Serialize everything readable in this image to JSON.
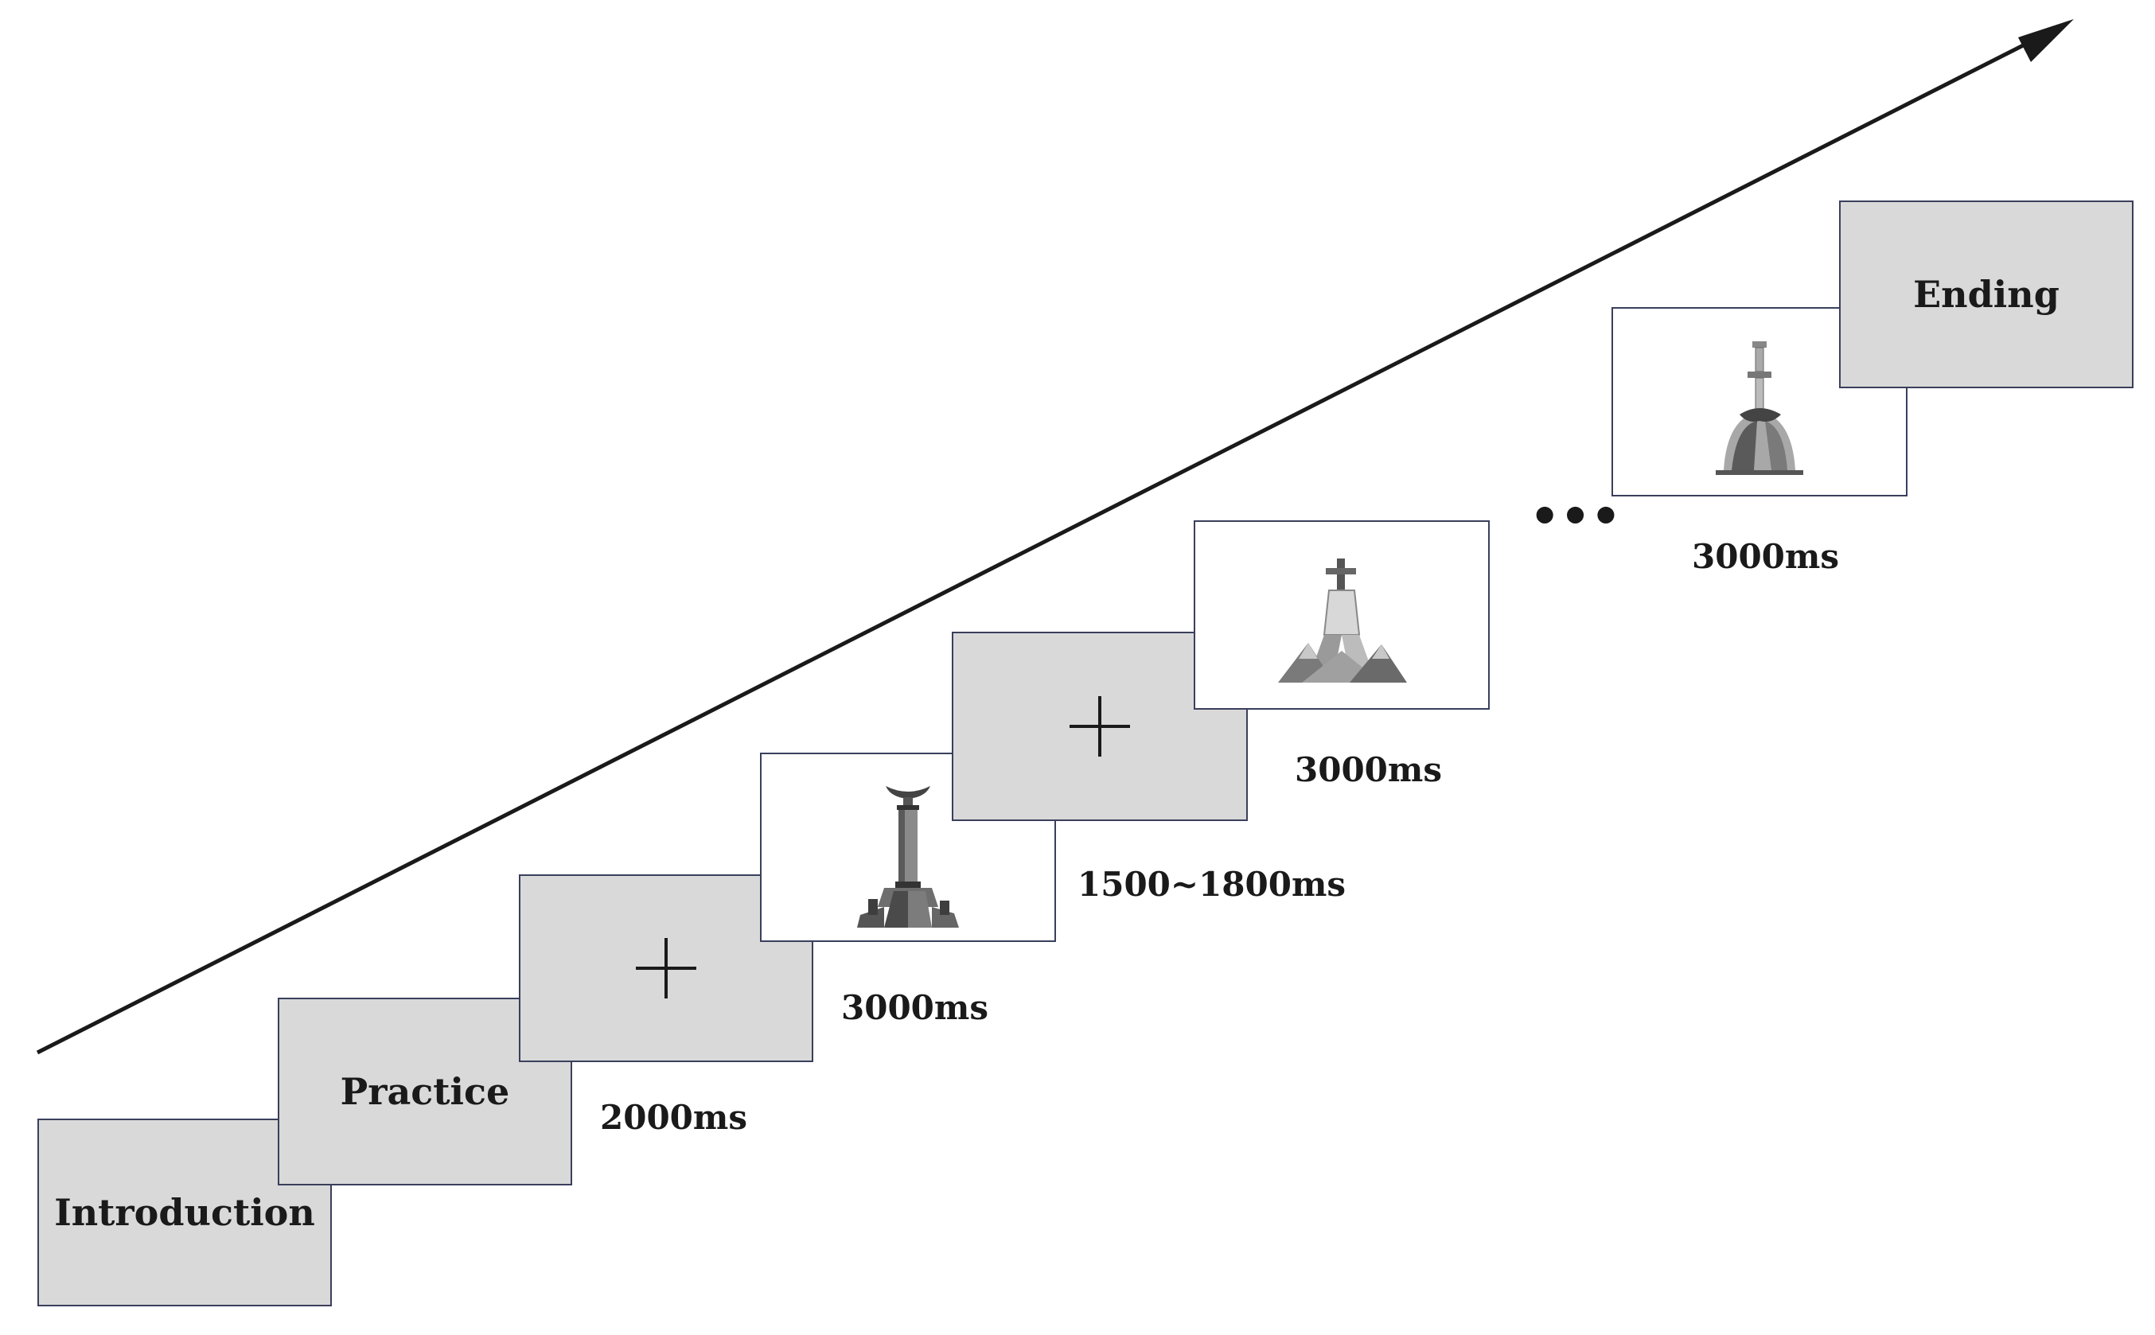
{
  "diagram": {
    "screens": [
      {
        "id": "introduction",
        "label": "Introduction",
        "kind": "text"
      },
      {
        "id": "practice",
        "label": "Practice",
        "kind": "text"
      },
      {
        "id": "fixation-1",
        "label": "",
        "kind": "fixation-cross"
      },
      {
        "id": "stimulus-1",
        "label": "",
        "kind": "tower-image"
      },
      {
        "id": "fixation-2",
        "label": "",
        "kind": "fixation-cross"
      },
      {
        "id": "stimulus-2",
        "label": "",
        "kind": "statue-image"
      },
      {
        "id": "stimulus-3",
        "label": "",
        "kind": "sculpture-image"
      },
      {
        "id": "ending",
        "label": "Ending",
        "kind": "text"
      }
    ],
    "durations": {
      "practice": "2000ms",
      "fixation_1": "3000ms",
      "stimulus_1": "1500~1800ms",
      "fixation_2": "3000ms",
      "stimulus_3": "3000ms"
    },
    "ellipsis": "•••",
    "colors": {
      "screen_fill": "#d9d9d9",
      "screen_border": "#3a3f5c",
      "arrow": "#1a1a1a",
      "text": "#1a1a1a"
    }
  }
}
